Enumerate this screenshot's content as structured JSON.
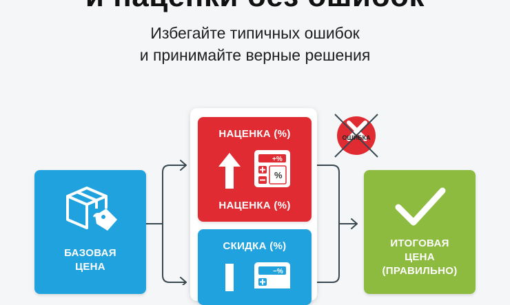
{
  "title": "и наценки без ошибок",
  "subtitle_line1": "Избегайте типичных ошибок",
  "subtitle_line2": "и принимайте верные решения",
  "base_card": {
    "line1": "БАЗОВАЯ",
    "line2": "ЦЕНА"
  },
  "markup_card": {
    "top_label": "НАЦЕНКА (%)",
    "bottom_label": "НАЦЕНКА (%)",
    "calc_plus": "+%",
    "calc_percent": "%"
  },
  "discount_card": {
    "top_label": "СКИДКА (%)",
    "calc_minus": "−%"
  },
  "error_badge": {
    "label": "ОШИБКА"
  },
  "final_card": {
    "line1": "ИТОГОВАЯ",
    "line2": "ЦЕНА",
    "line3": "(ПРАВИЛЬНО)"
  },
  "colors": {
    "blue": "#1fa2dd",
    "red": "#e12b32",
    "green": "#8dbb3f",
    "connector": "#37474f"
  },
  "icons": [
    "box-price-tag-icon",
    "arrow-up-icon",
    "calculator-icon",
    "arrow-down-icon",
    "cross-icon",
    "checkmark-icon"
  ]
}
